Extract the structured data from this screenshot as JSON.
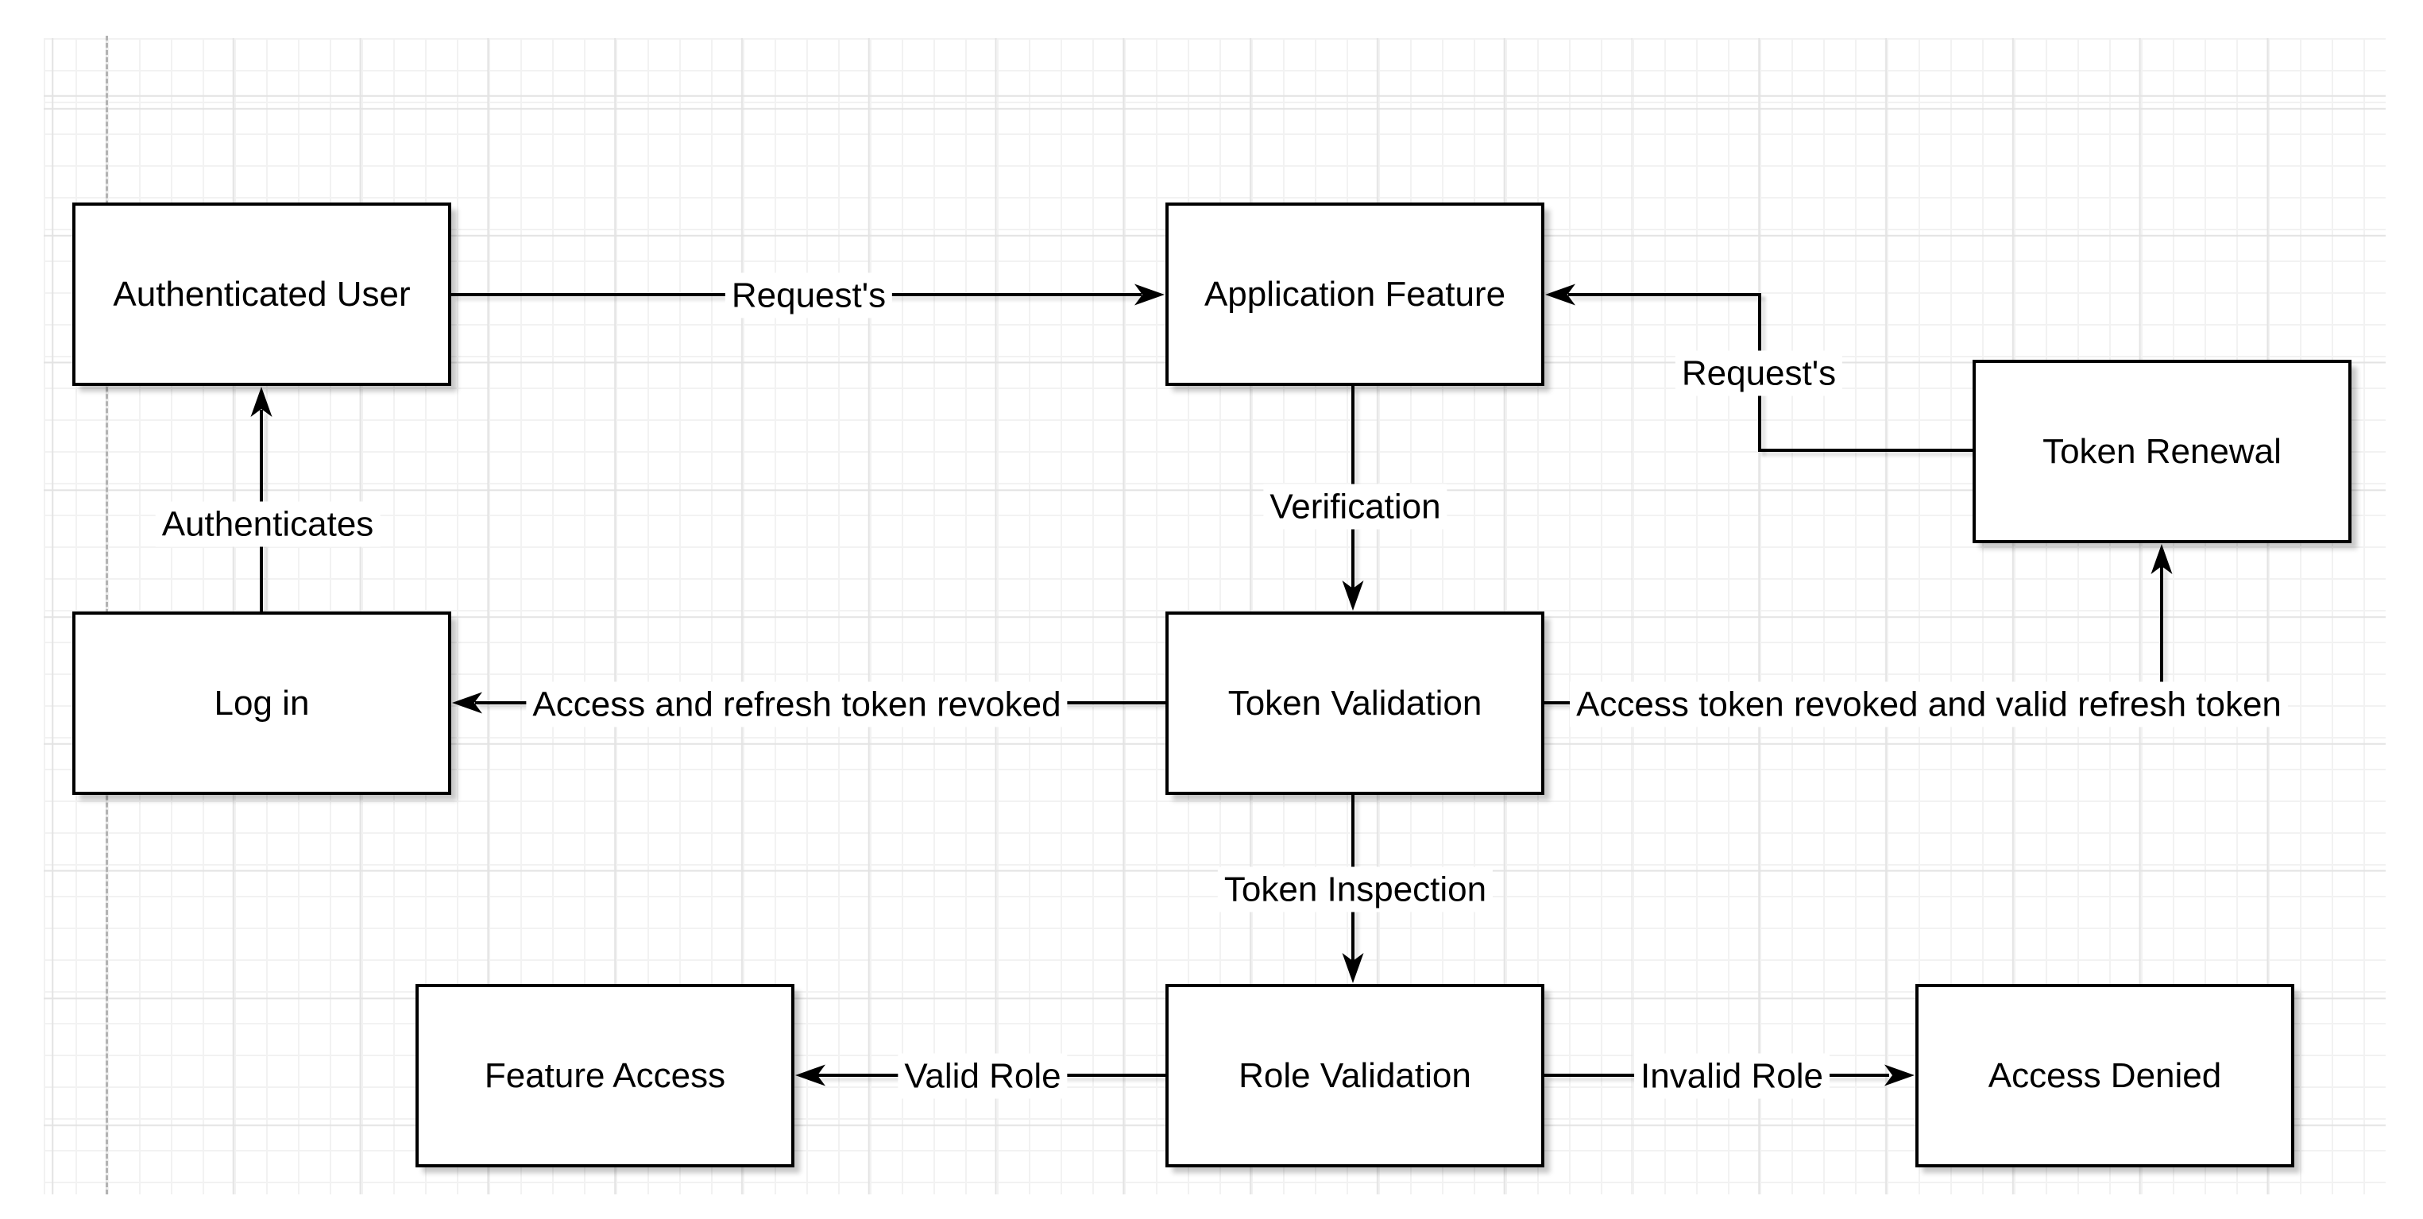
{
  "diagram": {
    "nodes": {
      "auth_user": {
        "label": "Authenticated User"
      },
      "app_feature": {
        "label": "Application Feature"
      },
      "token_renewal": {
        "label": "Token Renewal"
      },
      "log_in": {
        "label": "Log in"
      },
      "token_validation": {
        "label": "Token Validation"
      },
      "feature_access": {
        "label": "Feature Access"
      },
      "role_validation": {
        "label": "Role Validation"
      },
      "access_denied": {
        "label": "Access Denied"
      }
    },
    "edges": {
      "user_requests_feature": {
        "label": "Request's"
      },
      "login_authenticates_user": {
        "label": "Authenticates"
      },
      "feature_verification": {
        "label": "Verification"
      },
      "revoked_to_login": {
        "label": "Access and refresh token revoked"
      },
      "revoked_to_renewal": {
        "label": "Access token revoked and valid refresh token"
      },
      "renewal_requests_feature": {
        "label": "Request's"
      },
      "token_inspection": {
        "label": "Token Inspection"
      },
      "valid_role": {
        "label": "Valid Role"
      },
      "invalid_role": {
        "label": "Invalid Role"
      }
    },
    "colors": {
      "stroke": "#000000",
      "node_fill": "#ffffff",
      "background": "#ffffff",
      "grid_minor": "#f2f2f2",
      "grid_major": "#e3e3e3",
      "page_divider": "#b3b3b3"
    }
  }
}
